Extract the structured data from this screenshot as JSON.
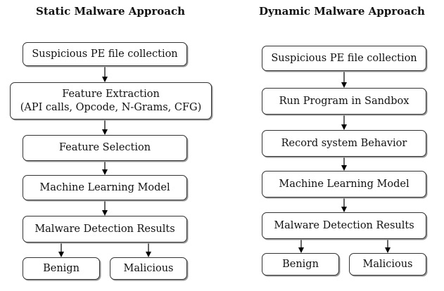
{
  "static": {
    "title": "Static Malware Approach",
    "steps": {
      "collection": "Suspicious PE file collection",
      "extraction_line1": "Feature Extraction",
      "extraction_line2": "(API calls, Opcode, N-Grams, CFG)",
      "selection": "Feature Selection",
      "model": "Machine Learning Model",
      "results": "Malware Detection Results"
    },
    "outputs": {
      "benign": "Benign",
      "malicious": "Malicious"
    }
  },
  "dynamic": {
    "title": "Dynamic Malware Approach",
    "steps": {
      "collection": "Suspicious PE file collection",
      "sandbox": "Run Program in Sandbox",
      "record": "Record system Behavior",
      "model": "Machine Learning Model",
      "results": "Malware Detection Results"
    },
    "outputs": {
      "benign": "Benign",
      "malicious": "Malicious"
    }
  },
  "colors": {
    "box_border": "#333333",
    "arrow": "#000000",
    "shadow": "#9a9a9a"
  }
}
